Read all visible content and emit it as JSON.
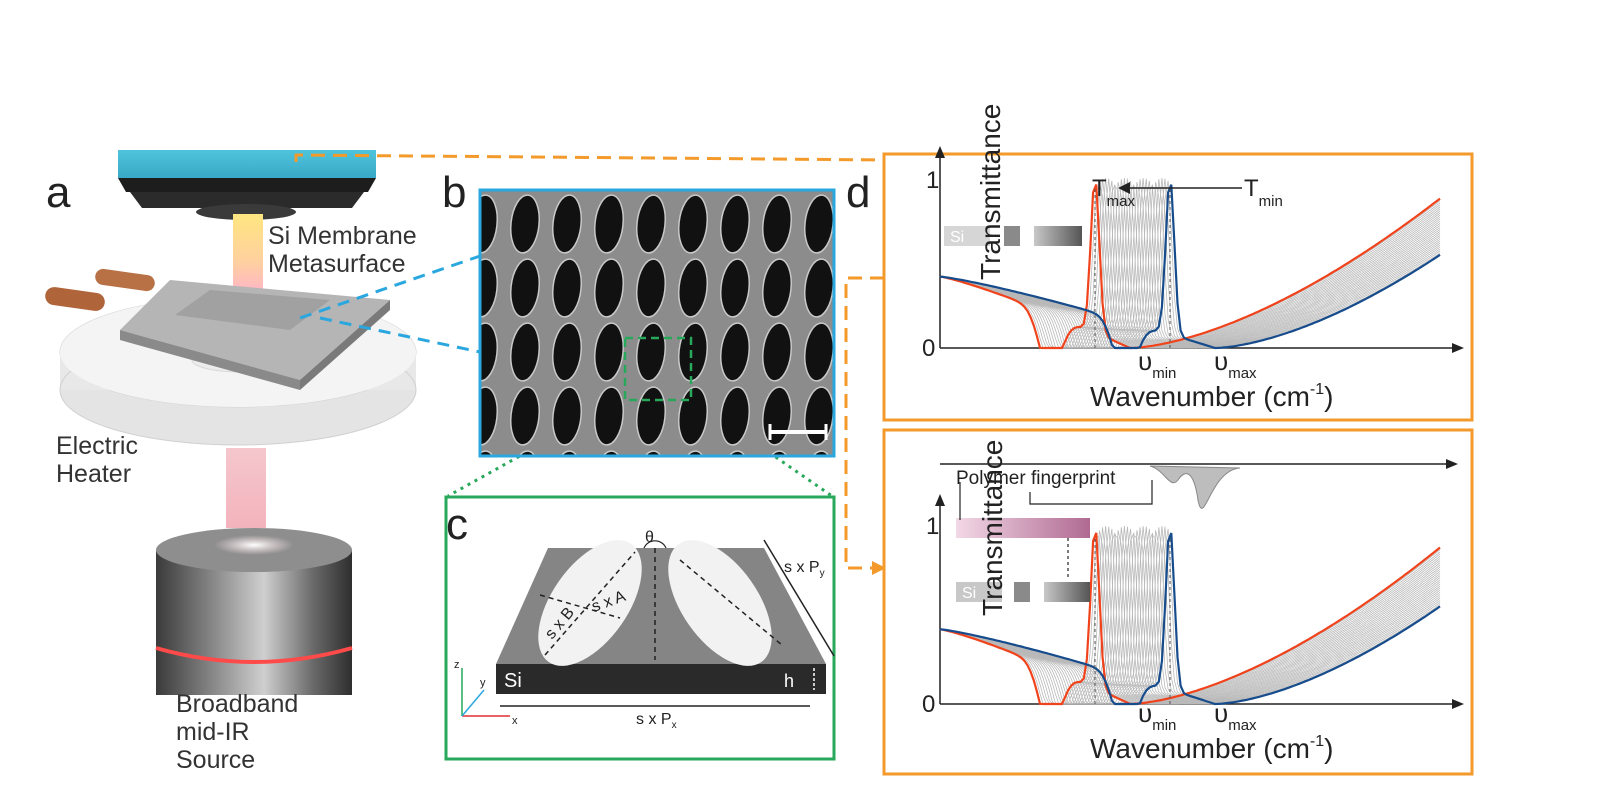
{
  "panels": {
    "a": {
      "letter": "a",
      "labels": {
        "membrane": [
          "Si Membrane",
          "Metasurface"
        ],
        "heater": [
          "Electric",
          "Heater"
        ],
        "source": [
          "Broadband",
          "mid-IR",
          "Source"
        ]
      }
    },
    "b": {
      "letter": "b"
    },
    "c": {
      "letter": "c",
      "labels": {
        "theta": "θ",
        "sxPy": "s x P",
        "sub_y": "y",
        "sxA": "s x A",
        "sxB": "s x B",
        "si": "Si",
        "h": "h",
        "sxPx": "s x P",
        "sub_x": "x",
        "axis_z": "z",
        "axis_y": "y",
        "axis_x": "x"
      }
    },
    "d": {
      "letter": "d"
    }
  },
  "plot_top": {
    "ylabel": "Transmittance",
    "xlabel": "Wavenumber (cm",
    "xlabel_sup": "-1",
    "xlabel_end": ")",
    "ytick_1": "1",
    "ytick_0": "0",
    "tmax": "T",
    "tmax_sub": "max",
    "tmin": "T",
    "tmin_sub": "min",
    "vmin": "υ",
    "vmin_sub": "min",
    "vmax": "υ",
    "vmax_sub": "max",
    "legend_si": "Si"
  },
  "plot_bottom": {
    "ylabel": "Transmittance",
    "xlabel": "Wavenumber (cm",
    "xlabel_sup": "-1",
    "xlabel_end": ")",
    "ytick_1": "1",
    "ytick_0": "0",
    "fingerprint_label": "Polymer fingerprint",
    "vmin": "υ",
    "vmin_sub": "min",
    "vmax": "υ",
    "vmax_sub": "max",
    "legend_si": "Si"
  },
  "colors": {
    "orange_frame": "#f39a2b",
    "blue_frame": "#2aa7de",
    "green_frame": "#27a85a",
    "red_curve": "#f0431c",
    "blue_curve": "#174c8c",
    "gray_curve": "#b9b9b9"
  }
}
